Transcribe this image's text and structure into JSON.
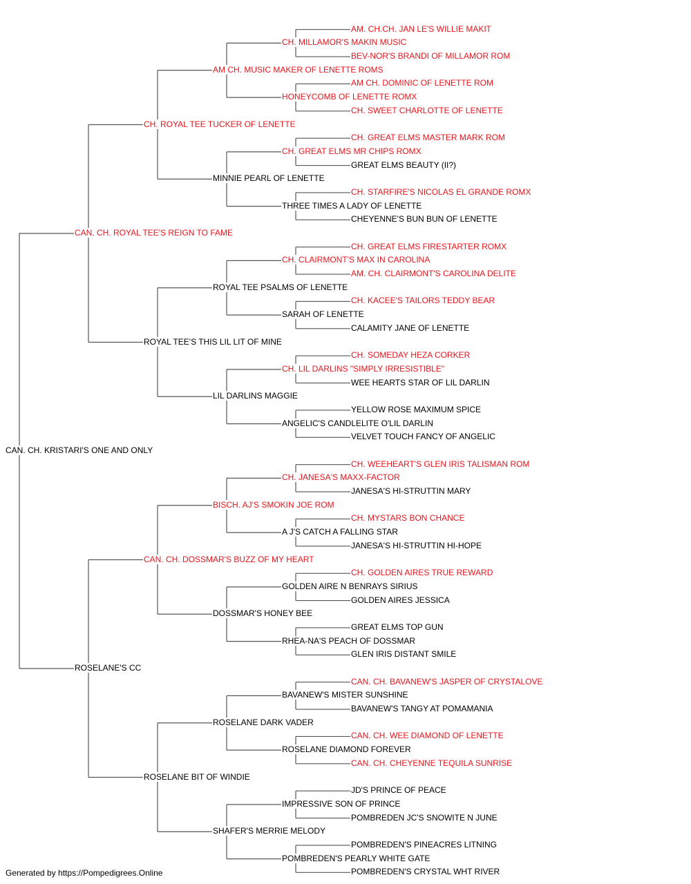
{
  "colors": {
    "champion": "#e8141c",
    "normal": "#000000",
    "line": "#555555"
  },
  "pedigree": {
    "name": "CAN. CH. KRISTARI'S ONE AND ONLY",
    "champion": false,
    "sire": {
      "name": "CAN. CH. ROYAL TEE'S REIGN TO FAME",
      "champion": true,
      "sire": {
        "name": "CH. ROYAL TEE TUCKER OF LENETTE",
        "champion": true,
        "sire": {
          "name": "AM CH. MUSIC MAKER OF LENETTE ROMS",
          "champion": true,
          "sire": {
            "name": "CH. MILLAMOR'S MAKIN MUSIC",
            "champion": true,
            "sire": {
              "name": "AM. CH.CH. JAN LE'S WILLIE MAKIT",
              "champion": true
            },
            "dam": {
              "name": "BEV-NOR'S BRANDI OF MILLAMOR ROM",
              "champion": true
            }
          },
          "dam": {
            "name": "HONEYCOMB OF LENETTE ROMX",
            "champion": true,
            "sire": {
              "name": "AM CH. DOMINIC OF LENETTE ROM",
              "champion": true
            },
            "dam": {
              "name": "CH. SWEET CHARLOTTE OF LENETTE",
              "champion": true
            }
          }
        },
        "dam": {
          "name": "MINNIE PEARL OF LENETTE",
          "champion": false,
          "sire": {
            "name": "CH. GREAT ELMS MR CHIPS ROMX",
            "champion": true,
            "sire": {
              "name": "CH. GREAT ELMS MASTER MARK ROM",
              "champion": true
            },
            "dam": {
              "name": "GREAT ELMS BEAUTY (II?)",
              "champion": false
            }
          },
          "dam": {
            "name": "THREE TIMES A LADY OF LENETTE",
            "champion": false,
            "sire": {
              "name": "CH. STARFIRE'S NICOLAS EL GRANDE ROMX",
              "champion": true
            },
            "dam": {
              "name": "CHEYENNE'S BUN BUN OF LENETTE",
              "champion": false
            }
          }
        }
      },
      "dam": {
        "name": "ROYAL TEE'S THIS LIL LIT OF MINE",
        "champion": false,
        "sire": {
          "name": "ROYAL TEE PSALMS OF LENETTE",
          "champion": false,
          "sire": {
            "name": "CH. CLAIRMONT'S MAX IN CAROLINA",
            "champion": true,
            "sire": {
              "name": "CH. GREAT ELMS FIRESTARTER ROMX",
              "champion": true
            },
            "dam": {
              "name": "AM. CH. CLAIRMONT'S CAROLINA DELITE",
              "champion": true
            }
          },
          "dam": {
            "name": "SARAH OF LENETTE",
            "champion": false,
            "sire": {
              "name": "CH. KACEE'S TAILORS TEDDY BEAR",
              "champion": true
            },
            "dam": {
              "name": "CALAMITY JANE OF LENETTE",
              "champion": false
            }
          }
        },
        "dam": {
          "name": "LIL DARLINS MAGGIE",
          "champion": false,
          "sire": {
            "name": "CH. LIL DARLINS \"SIMPLY IRRESISTIBLE\"",
            "champion": true,
            "sire": {
              "name": "CH. SOMEDAY HEZA CORKER",
              "champion": true
            },
            "dam": {
              "name": "WEE HEARTS STAR OF LIL DARLIN",
              "champion": false
            }
          },
          "dam": {
            "name": "ANGELIC'S CANDLELITE O'LIL DARLIN",
            "champion": false,
            "sire": {
              "name": "YELLOW ROSE MAXIMUM SPICE",
              "champion": false
            },
            "dam": {
              "name": "VELVET TOUCH FANCY OF ANGELIC",
              "champion": false
            }
          }
        }
      }
    },
    "dam": {
      "name": "ROSELANE'S CC",
      "champion": false,
      "sire": {
        "name": "CAN. CH. DOSSMAR'S BUZZ OF MY HEART",
        "champion": true,
        "sire": {
          "name": "BISCH. AJ'S SMOKIN JOE ROM",
          "champion": true,
          "sire": {
            "name": "CH. JANESA'S MAXX-FACTOR",
            "champion": true,
            "sire": {
              "name": "CH. WEEHEART'S GLEN IRIS TALISMAN ROM",
              "champion": true
            },
            "dam": {
              "name": "JANESA'S HI-STRUTTIN MARY",
              "champion": false
            }
          },
          "dam": {
            "name": "A J'S CATCH A FALLING STAR",
            "champion": false,
            "sire": {
              "name": "CH. MYSTARS BON CHANCE",
              "champion": true
            },
            "dam": {
              "name": "JANESA'S HI-STRUTTIN HI-HOPE",
              "champion": false
            }
          }
        },
        "dam": {
          "name": "DOSSMAR'S HONEY BEE",
          "champion": false,
          "sire": {
            "name": "GOLDEN AIRE N BENRAYS SIRIUS",
            "champion": false,
            "sire": {
              "name": "CH. GOLDEN AIRES TRUE REWARD",
              "champion": true
            },
            "dam": {
              "name": "GOLDEN AIRES JESSICA",
              "champion": false
            }
          },
          "dam": {
            "name": "RHEA-NA'S PEACH OF DOSSMAR",
            "champion": false,
            "sire": {
              "name": "GREAT ELMS TOP GUN",
              "champion": false
            },
            "dam": {
              "name": "GLEN IRIS DISTANT SMILE",
              "champion": false
            }
          }
        }
      },
      "dam": {
        "name": "ROSELANE BIT OF WINDIE",
        "champion": false,
        "sire": {
          "name": "ROSELANE DARK VADER",
          "champion": false,
          "sire": {
            "name": "BAVANEW'S MISTER SUNSHINE",
            "champion": false,
            "sire": {
              "name": "CAN. CH. BAVANEW'S JASPER OF CRYSTALOVE",
              "champion": true
            },
            "dam": {
              "name": "BAVANEW'S TANGY AT POMAMANIA",
              "champion": false
            }
          },
          "dam": {
            "name": "ROSELANE DIAMOND FOREVER",
            "champion": false,
            "sire": {
              "name": "CAN. CH. WEE DIAMOND OF LENETTE",
              "champion": true
            },
            "dam": {
              "name": "CAN. CH. CHEYENNE TEQUILA SUNRISE",
              "champion": true
            }
          }
        },
        "dam": {
          "name": "SHAFER'S MERRIE MELODY",
          "champion": false,
          "sire": {
            "name": "IMPRESSIVE SON OF PRINCE",
            "champion": false,
            "sire": {
              "name": "JD'S PRINCE OF PEACE",
              "champion": false
            },
            "dam": {
              "name": "POMBREDEN JC'S SNOWITE N JUNE",
              "champion": false
            }
          },
          "dam": {
            "name": "POMBREDEN'S PEARLY WHITE GATE",
            "champion": false,
            "sire": {
              "name": "POMBREDEN'S PINEACRES LITNING",
              "champion": false
            },
            "dam": {
              "name": "POMBREDEN'S CRYSTAL WHT RIVER",
              "champion": false
            }
          }
        }
      }
    }
  },
  "footer": {
    "text": "Generated by https://Pompedigrees.Online"
  }
}
